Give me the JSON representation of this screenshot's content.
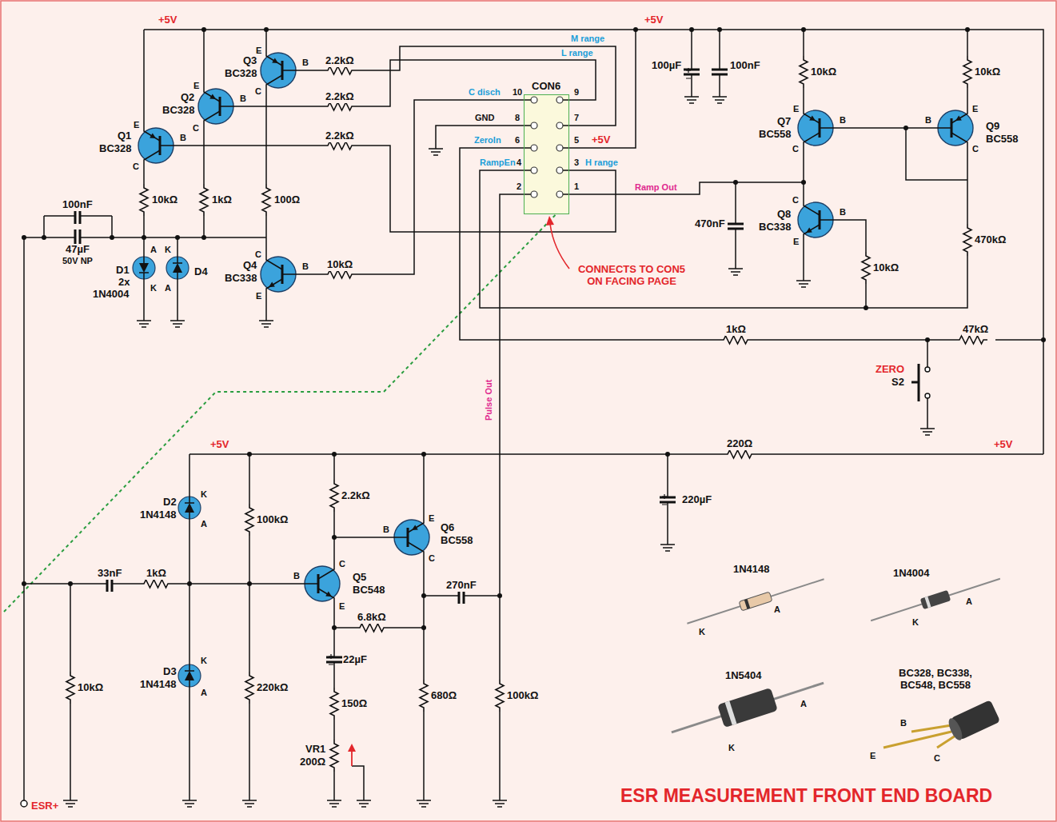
{
  "diagram": {
    "title": "ESR MEASUREMENT FRONT END BOARD",
    "nodes": [
      {
        "text": [
          "CON6"
        ]
      }
    ],
    "labels": [
      "+5V",
      "+5V",
      "Q3",
      "BC328",
      "E",
      "B",
      "C",
      "2.2kΩ",
      "Q2",
      "BC328",
      "E",
      "B",
      "C",
      "2.2kΩ",
      "Q1",
      "BC328",
      "E",
      "B",
      "C",
      "2.2kΩ",
      "10kΩ",
      "1kΩ",
      "100Ω",
      "100nF",
      "47µF",
      "50V NP",
      "D1",
      "2x",
      "1N4004",
      "A",
      "K",
      "K",
      "A",
      "D4",
      "Q4",
      "BC338",
      "C",
      "B",
      "E",
      "10kΩ",
      "M range",
      "L range",
      "C disch",
      "10",
      "9",
      "GND",
      "8",
      "7",
      "ZeroIn",
      "6",
      "5",
      "+5V",
      "RampEn",
      "4",
      "3",
      "H range",
      "2",
      "1",
      "Ramp Out",
      "CONNECTS TO CON5 ON FACING PAGE",
      "100µF",
      "100nF",
      "10kΩ",
      "10kΩ",
      "Q7",
      "BC558",
      "E",
      "B",
      "C",
      "Q9",
      "BC558",
      "B",
      "E",
      "C",
      "470nF",
      "Q8",
      "BC338",
      "C",
      "B",
      "E",
      "10kΩ",
      "470kΩ",
      "1kΩ",
      "47kΩ",
      "ZERO",
      "S2",
      "Pulse Out",
      "+5V",
      "220Ω",
      "+5V",
      "220µF",
      "K",
      "D2",
      "1N4148",
      "A",
      "100kΩ",
      "2.2kΩ",
      "Q6",
      "BC558",
      "B",
      "E",
      "C",
      "Q5",
      "BC548",
      "B",
      "C",
      "E",
      "33nF",
      "1kΩ",
      "270nF",
      "6.8kΩ",
      "22µF",
      "10kΩ",
      "K",
      "D3",
      "1N4148",
      "A",
      "220kΩ",
      "680Ω",
      "100kΩ",
      "150Ω",
      "VR1",
      "200Ω",
      "1N4148",
      "K",
      "A",
      "1N4004",
      "K",
      "A",
      "1N5404",
      "A",
      "K",
      "BC328, BC338, BC548, BC558",
      "B",
      "E",
      "C",
      "ESR+"
    ]
  }
}
